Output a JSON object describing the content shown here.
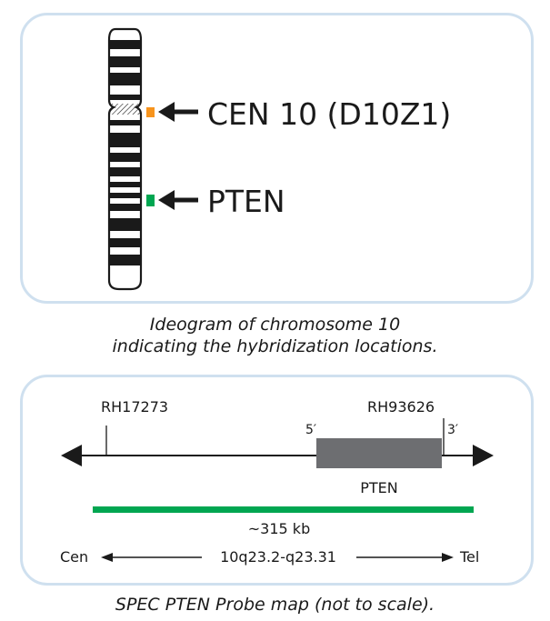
{
  "ideogram": {
    "probes": [
      {
        "label": "CEN 10 (D10Z1)",
        "color": "#f7941d"
      },
      {
        "label": "PTEN",
        "color": "#00a651"
      }
    ],
    "caption_line1": "Ideogram of chromosome 10",
    "caption_line2": "indicating the hybridization locations."
  },
  "probe_map": {
    "left_marker": "RH17273",
    "right_marker": "RH93626",
    "five_prime": "5′",
    "three_prime": "3′",
    "gene_label": "PTEN",
    "gene_color": "#6d6e71",
    "probe_color": "#00a651",
    "probe_size": "~315 kb",
    "cen_label": "Cen",
    "locus_label": "10q23.2-q23.31",
    "tel_label": "Tel",
    "caption": "SPEC PTEN Probe map (not to scale)."
  }
}
